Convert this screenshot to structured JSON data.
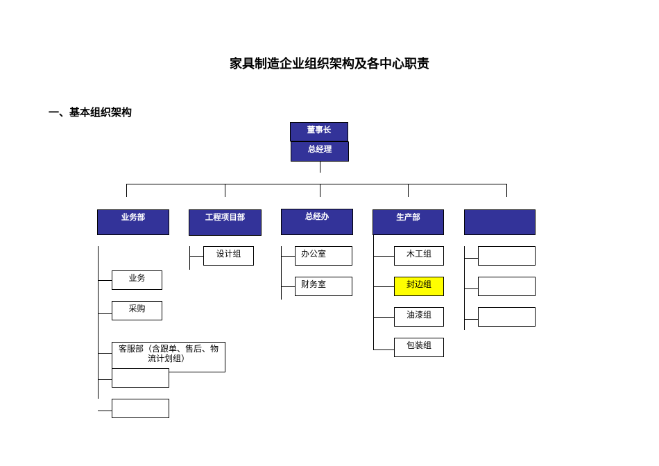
{
  "title": "家具制造企业组织架构及各中心职责",
  "section_heading": "一、基本组织架构",
  "top": {
    "chairman": "董事长",
    "general_manager": "总经理"
  },
  "departments": [
    {
      "label": "业务部",
      "subs": [
        "业务",
        "采购",
        "客服部（含跟单、售后、物流计划组）",
        "",
        ""
      ]
    },
    {
      "label": "工程项目部",
      "subs": [
        "设计组"
      ]
    },
    {
      "label": "总经办",
      "subs": [
        "办公室",
        "财务室"
      ]
    },
    {
      "label": "生产部",
      "subs": [
        "木工组",
        "封边组",
        "油漆组",
        "包装组"
      ]
    },
    {
      "label": "",
      "subs": [
        "",
        "",
        ""
      ]
    }
  ],
  "colors": {
    "dept_fill": "#333399",
    "highlight": "#ffff00"
  }
}
